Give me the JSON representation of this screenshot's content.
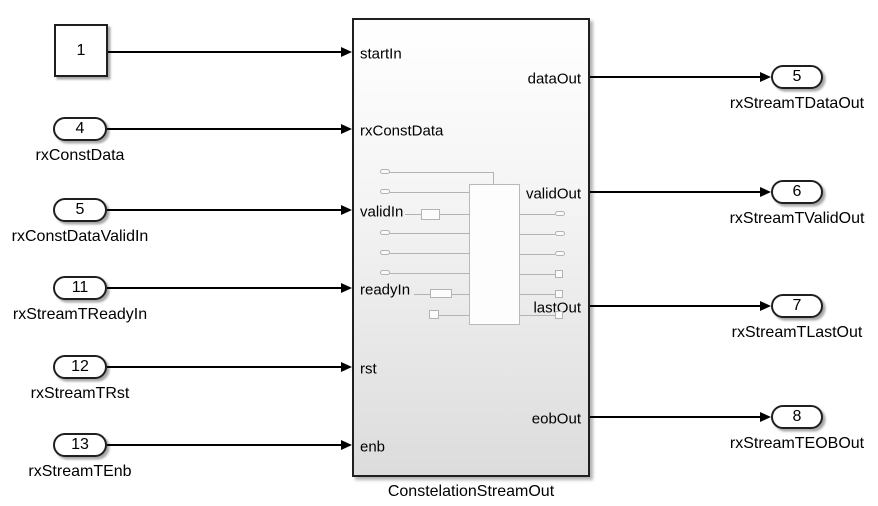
{
  "subsystem": {
    "name": "ConstelationStreamOut",
    "input_ports": [
      "startIn",
      "rxConstData",
      "validIn",
      "readyIn",
      "rst",
      "enb"
    ],
    "output_ports": [
      "dataOut",
      "validOut",
      "lastOut",
      "eobOut"
    ]
  },
  "sources": [
    {
      "value": "1",
      "label": ""
    },
    {
      "value": "4",
      "label": "rxConstData"
    },
    {
      "value": "5",
      "label": "rxConstDataValidIn"
    },
    {
      "value": "11",
      "label": "rxStreamTReadyIn"
    },
    {
      "value": "12",
      "label": "rxStreamTRst"
    },
    {
      "value": "13",
      "label": "rxStreamTEnb"
    }
  ],
  "sinks": [
    {
      "value": "5",
      "label": "rxStreamTDataOut"
    },
    {
      "value": "6",
      "label": "rxStreamTValidOut"
    },
    {
      "value": "7",
      "label": "rxStreamTLastOut"
    },
    {
      "value": "8",
      "label": "rxStreamTEOBOut"
    }
  ],
  "colors": {
    "canvas": "#ffffff",
    "block_border": "#1f1f1f",
    "block_fill_top": "#ffffff",
    "block_fill_bottom": "#dcdcdc",
    "wire": "#000000",
    "preview_gray": "#b3b3b3"
  }
}
